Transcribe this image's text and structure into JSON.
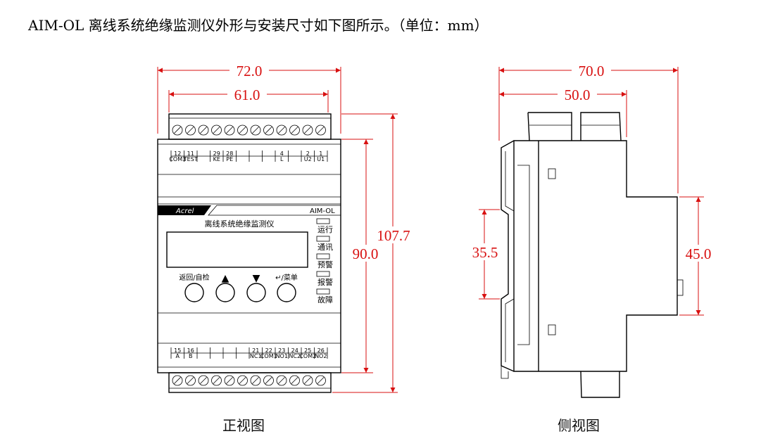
{
  "caption": "AIM-OL 离线系统绝缘监测仪外形与安装尺寸如下图所示。（单位：mm）",
  "dimensions": {
    "front_width_total": "72.0",
    "front_width_inner": "61.0",
    "front_height_total": "107.7",
    "front_height_body": "90.0",
    "side_width_total": "70.0",
    "side_width_inner": "50.0",
    "side_rail": "35.5",
    "side_height": "45.0"
  },
  "front_view": {
    "label": "正视图",
    "device_title": "离线系统绝缘监测仪",
    "brand_left": "Acrel",
    "brand_right": "AIM-OL",
    "top_terminal_numbers": [
      "12",
      "11",
      "",
      "29",
      "28",
      "",
      "",
      "",
      "4",
      "",
      "2",
      "1"
    ],
    "top_terminal_names": [
      "COM3",
      "TEST",
      "",
      "KE",
      "PE",
      "",
      "",
      "",
      "L",
      "",
      "U2",
      "U1"
    ],
    "bottom_terminal_numbers": [
      "15",
      "16",
      "",
      "",
      "",
      "",
      "21",
      "22",
      "23",
      "24",
      "25",
      "26"
    ],
    "bottom_terminal_names": [
      "A",
      "B",
      "",
      "",
      "",
      "",
      "NC1",
      "COM1",
      "NO1",
      "NC2",
      "COM2",
      "NO2"
    ],
    "buttons": [
      "返回/自检",
      "▲",
      "▼",
      "↵/菜单"
    ],
    "leds": [
      "运行",
      "通讯",
      "预警",
      "报警",
      "故障"
    ]
  },
  "side_view": {
    "label": "侧视图"
  },
  "colors": {
    "dimension": "#d81010",
    "outline": "#000000"
  }
}
